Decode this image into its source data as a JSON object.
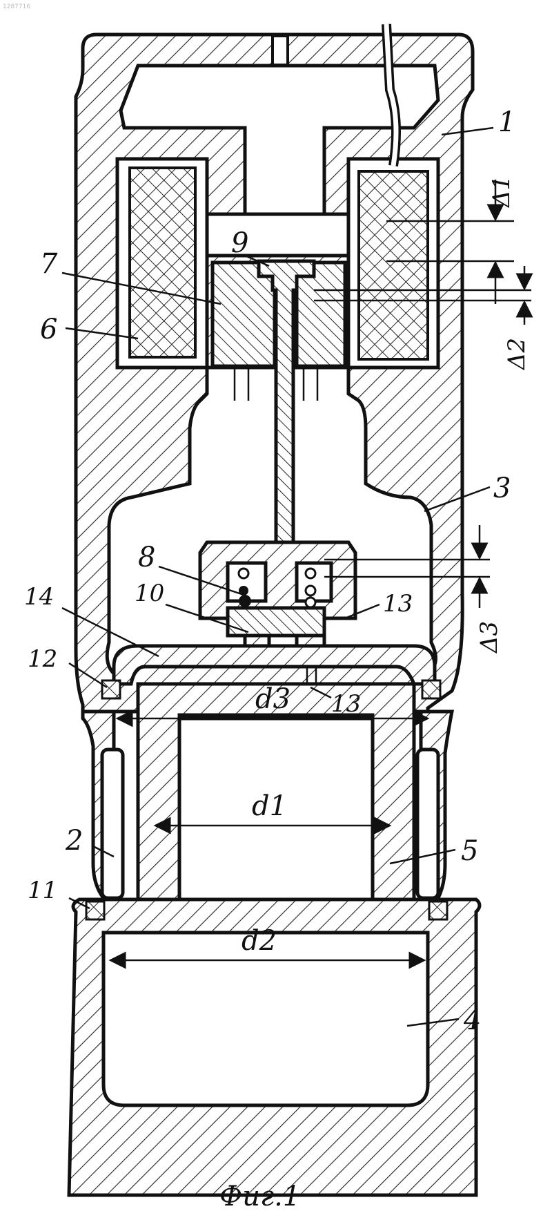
{
  "figure": {
    "caption": "Фиг.1",
    "stamp": "1287716"
  },
  "labels": {
    "n1": "1",
    "n2": "2",
    "n3": "3",
    "n4": "4",
    "n5": "5",
    "n6": "6",
    "n7": "7",
    "n8": "8",
    "n9": "9",
    "n10": "10",
    "n11": "11",
    "n12": "12",
    "n13a": "13",
    "n13b": "13",
    "n14": "14"
  },
  "dimensions": {
    "d1": "d1",
    "d2": "d2",
    "d3": "d3",
    "delta1": "Δ1",
    "delta2": "Δ2",
    "delta3": "Δ3"
  }
}
